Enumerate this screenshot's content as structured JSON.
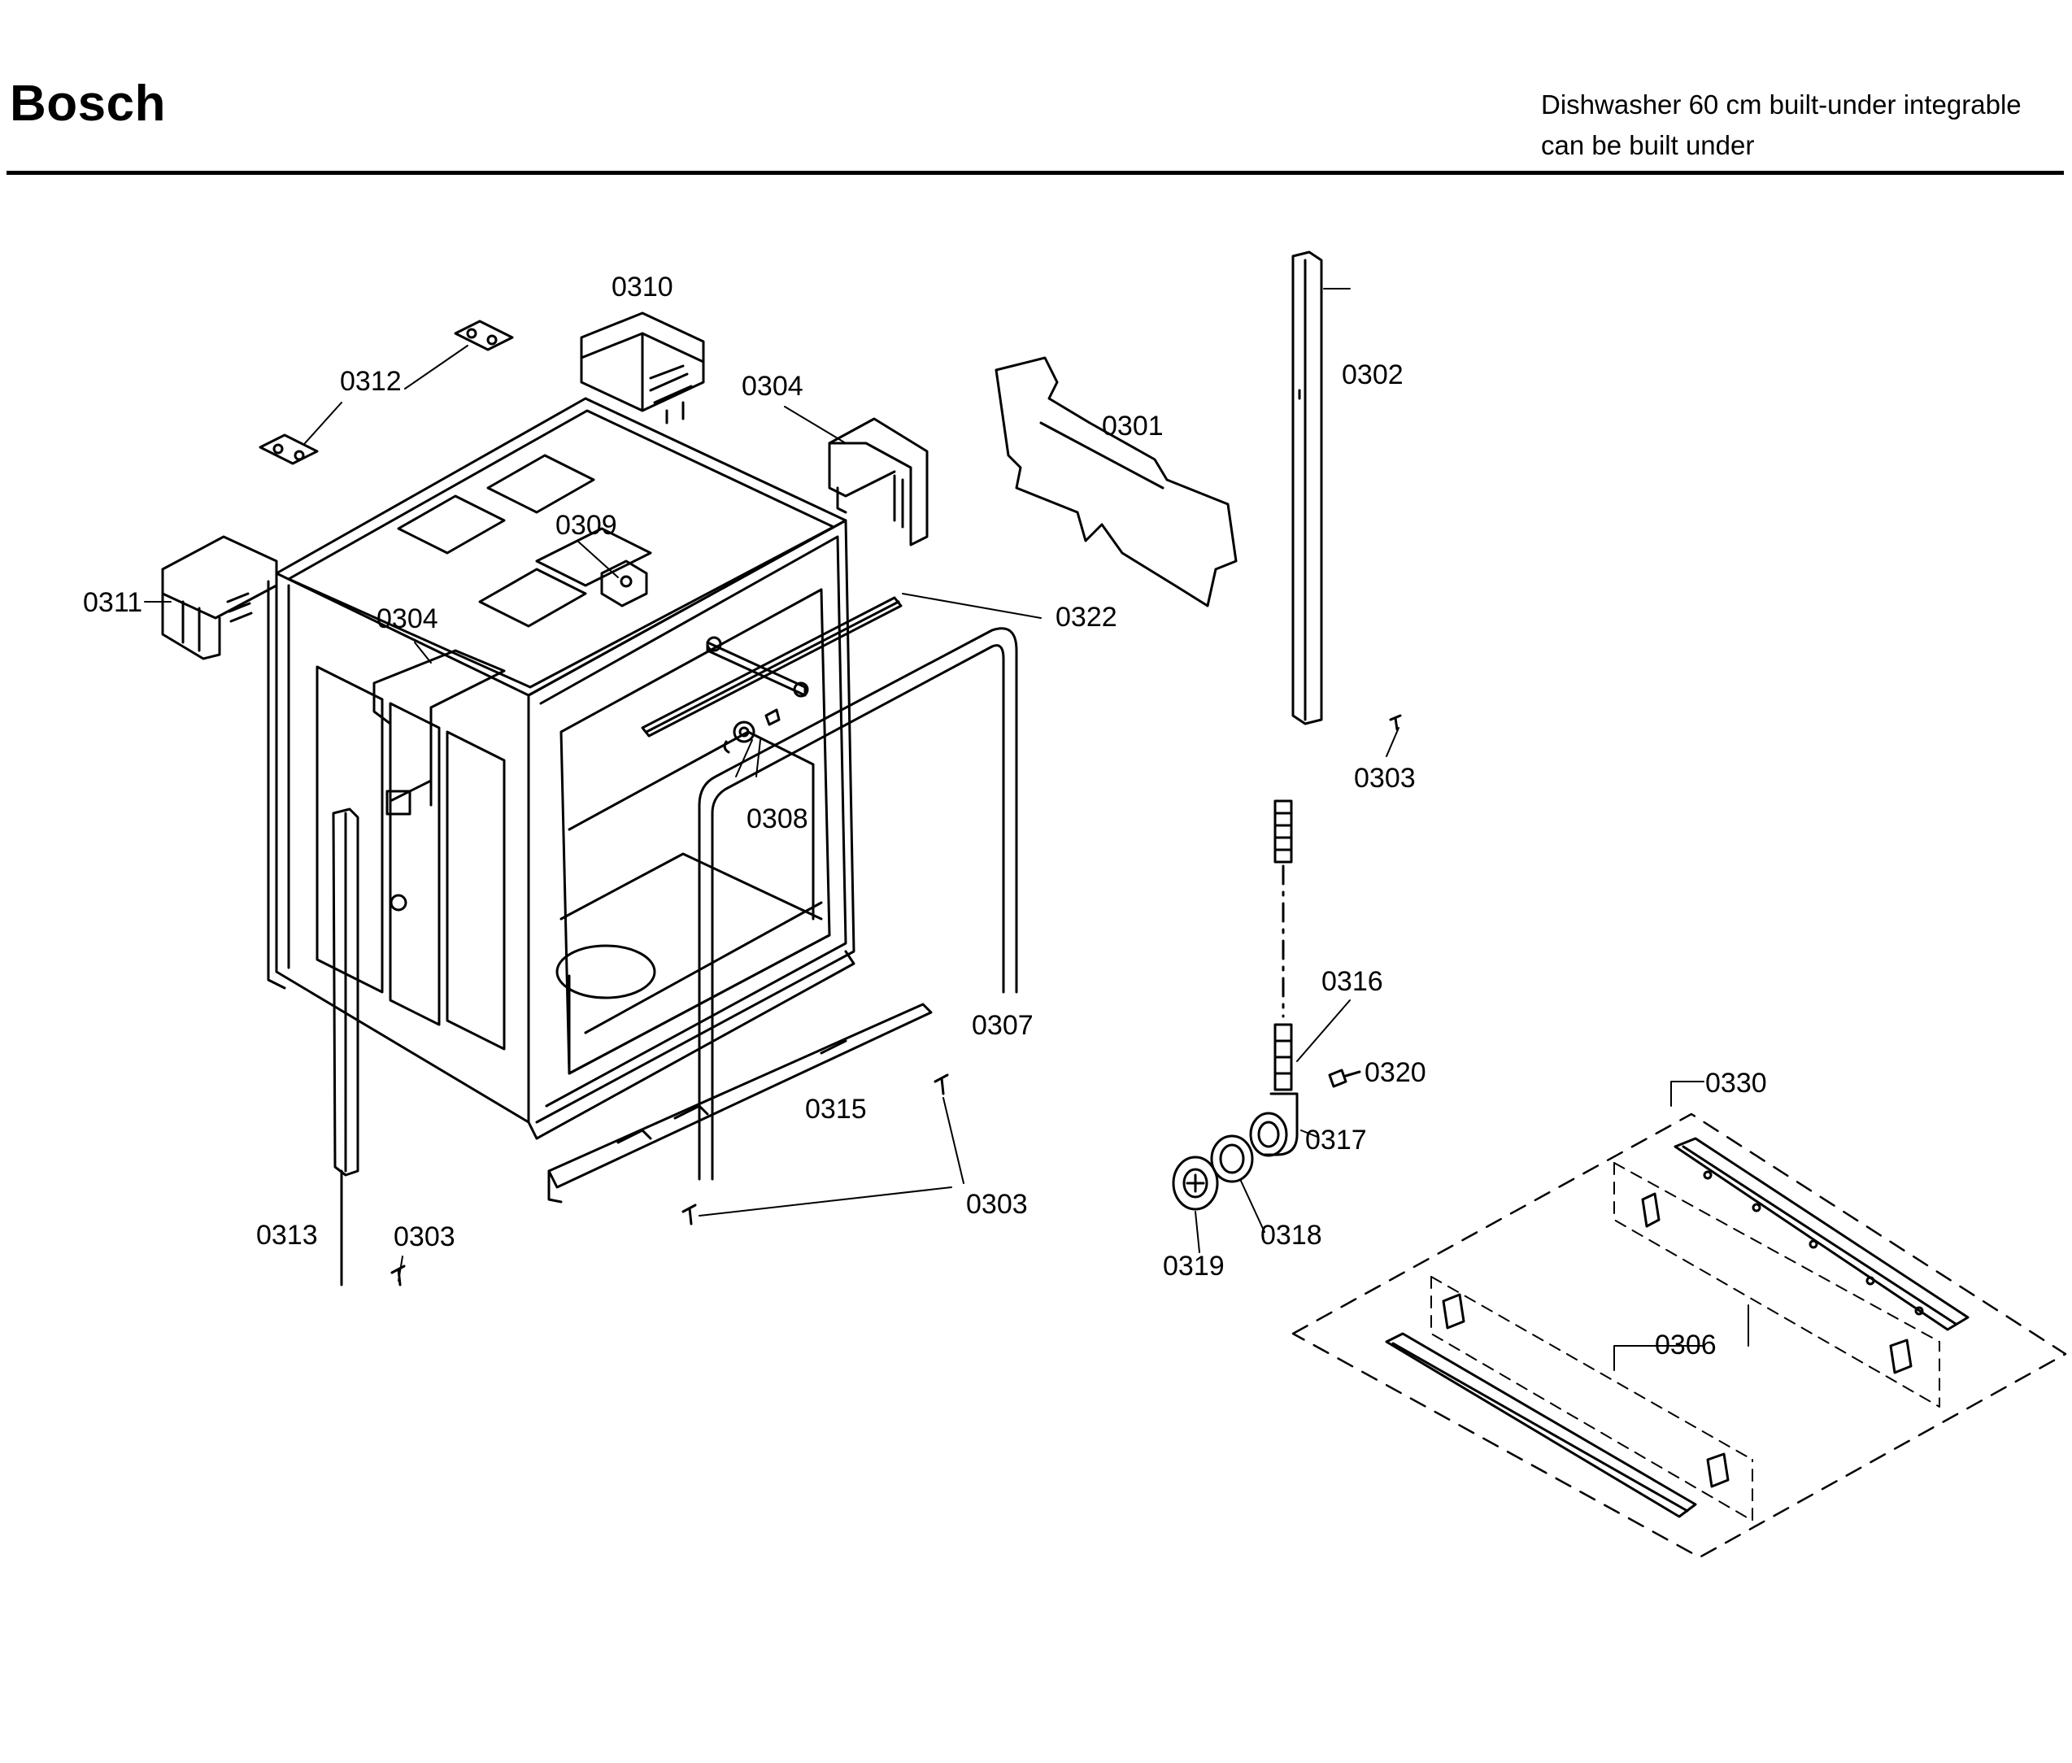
{
  "header": {
    "brand": "Bosch",
    "subtitle_line1": "Dishwasher 60 cm built-under integrable",
    "subtitle_line2": "can be built under"
  },
  "parts": {
    "p0301": "0301",
    "p0302": "0302",
    "p0303_a": "0303",
    "p0303_b": "0303",
    "p0303_c": "0303",
    "p0304_a": "0304",
    "p0304_b": "0304",
    "p0306": "0306",
    "p0307": "0307",
    "p0308": "0308",
    "p0309": "0309",
    "p0310": "0310",
    "p0311": "0311",
    "p0312": "0312",
    "p0313": "0313",
    "p0315": "0315",
    "p0316": "0316",
    "p0317": "0317",
    "p0318": "0318",
    "p0319": "0319",
    "p0320": "0320",
    "p0322": "0322",
    "p0330": "0330"
  }
}
